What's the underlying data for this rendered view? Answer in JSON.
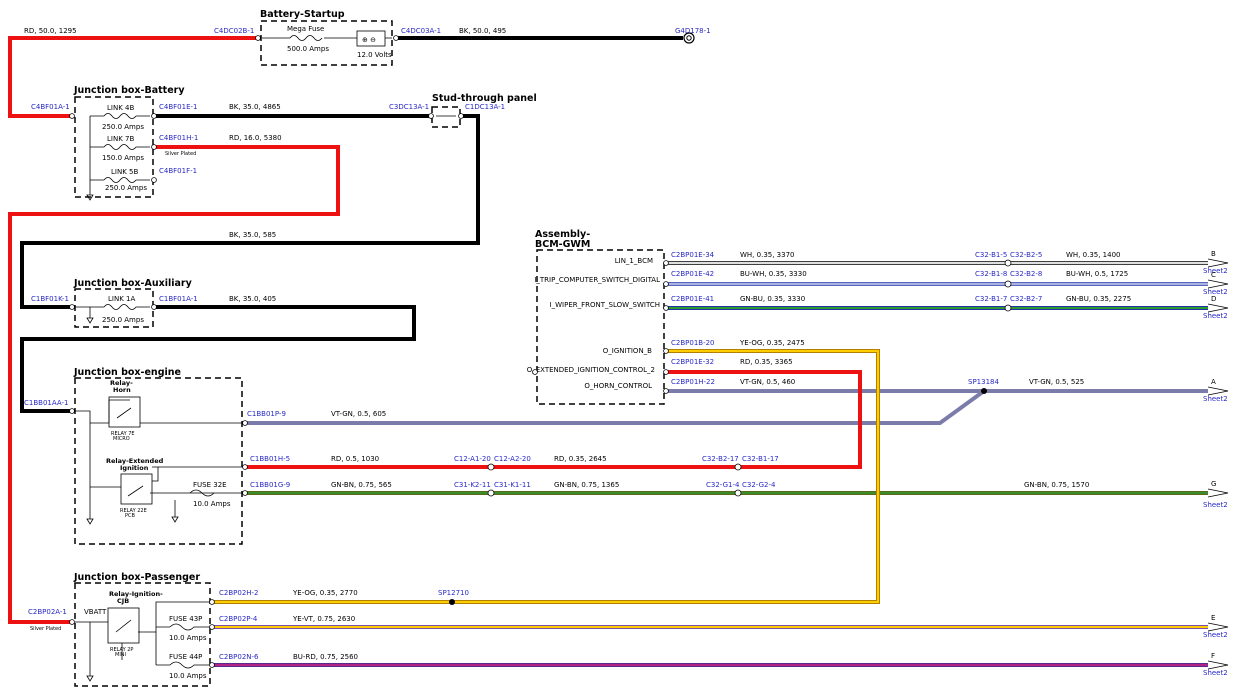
{
  "boxes": {
    "battery_startup": "Battery-Startup",
    "jb_battery": "Junction box-Battery",
    "stud_panel": "Stud-through panel",
    "jb_auxiliary": "Junction box-Auxiliary",
    "bcm_line1": "Assembly-",
    "bcm_line2": "BCM-GWM",
    "jb_engine": "Junction box-engine",
    "jb_passenger": "Junction box-Passenger"
  },
  "components": {
    "mega_fuse": "Mega Fuse",
    "mega_fuse_rating": "500.0 Amps",
    "battery_voltage": "12.0 Volts",
    "link_4b": "LINK 4B",
    "link_4b_rating": "250.0 Amps",
    "link_7b": "LINK 7B",
    "link_7b_rating": "150.0 Amps",
    "link_5b": "LINK 5B",
    "link_5b_rating": "250.0 Amps",
    "silver_plated": "Silver Plated",
    "link_1a": "LINK 1A",
    "link_1a_rating": "250.0 Amps",
    "relay_horn_1": "Relay-",
    "relay_horn_2": "Horn",
    "relay_7e": "RELAY 7E",
    "relay_7e_type": "MICRO",
    "relay_ext_1": "Relay-Extended",
    "relay_ext_2": "Ignition",
    "relay_22e": "RELAY 22E",
    "relay_22e_type": "PCB",
    "fuse_32e": "FUSE 32E",
    "fuse_32e_rating": "10.0 Amps",
    "relay_cjb_1": "Relay-Ignition-",
    "relay_cjb_2": "CJB",
    "relay_2p": "RELAY 2P",
    "relay_2p_type": "MINI",
    "vbatt": "VBATT",
    "fuse_43p": "FUSE 43P",
    "fuse_43p_rating": "10.0 Amps",
    "fuse_44p": "FUSE 44P",
    "fuse_44p_rating": "10.0 Amps",
    "silver_plated_2": "Silver Plated"
  },
  "connectors": {
    "c4dc02b": "C4DC02B-1",
    "c4dc03a": "C4DC03A-1",
    "g4d178": "G4D178-1",
    "c4bf01a": "C4BF01A-1",
    "c4bf01e": "C4BF01E-1",
    "c4bf01h": "C4BF01H-1",
    "c4bf01f": "C4BF01F-1",
    "c3dc13a": "C3DC13A-1",
    "c1dc13a": "C1DC13A-1",
    "c1bf01k": "C1BF01K-1",
    "c1bf01a": "C1BF01A-1",
    "c1bb01aa": "C1BB01AA-1",
    "c1bb01p": "C1BB01P-9",
    "c1bb01h": "C1BB01H-5",
    "c1bb01g": "C1BB01G-9",
    "c12_a1": "C12-A1-20",
    "c12_a2": "C12-A2-20",
    "c31_k2": "C31-K2-11",
    "c31_k1": "C31-K1-11",
    "c32_b2_17": "C32-B2-17",
    "c32_b1_17": "C32-B1-17",
    "c32_g1": "C32-G1-4",
    "c32_g2": "C32-G2-4",
    "c2bp01e_34": "C2BP01E-34",
    "c2bp01e_42": "C2BP01E-42",
    "c2bp01e_41": "C2BP01E-41",
    "c2bp01b_20": "C2BP01B-20",
    "c2bp01e_32": "C2BP01E-32",
    "c2bp01h_22": "C2BP01H-22",
    "c32_b1_5": "C32-B1-5",
    "c32_b2_5": "C32-B2-5",
    "c32_b1_8": "C32-B1-8",
    "c32_b2_8": "C32-B2-8",
    "c32_b1_7": "C32-B1-7",
    "c32_b2_7": "C32-B2-7",
    "sp13184": "SP13184",
    "c2bp02a": "C2BP02A-1",
    "c2bp02h": "C2BP02H-2",
    "sp12710": "SP12710",
    "c2bp02p": "C2BP02P-4",
    "c2bp02n": "C2BP02N-6"
  },
  "wires": {
    "rd_50_1295": "RD,  50.0,  1295",
    "bk_50_495": "BK,  50.0,  495",
    "bk_35_4865": "BK,  35.0,  4865",
    "rd_16_5380": "RD,  16.0,  5380",
    "bk_35_585": "BK,  35.0,  585",
    "bk_35_405": "BK,  35.0,  405",
    "vt_gn_605": "VT-GN,  0.5,  605",
    "rd_05_1030": "RD,  0.5,  1030",
    "rd_035_2645": "RD,  0.35,  2645",
    "gn_bn_565": "GN-BN,  0.75,  565",
    "gn_bn_1365": "GN-BN,  0.75,  1365",
    "gn_bn_1570": "GN-BN,  0.75,  1570",
    "wh_3370": "WH,  0.35,  3370",
    "wh_1400": "WH,  0.35,  1400",
    "bu_wh_3330": "BU-WH,  0.35,  3330",
    "bu_wh_1725": "BU-WH,  0.5,  1725",
    "gn_bu_3330": "GN-BU,  0.35,  3330",
    "gn_bu_2275": "GN-BU,  0.35,  2275",
    "ye_og_2475": "YE-OG,  0.35,  2475",
    "rd_3365": "RD,  0.35,  3365",
    "vt_gn_460": "VT-GN,  0.5,  460",
    "vt_gn_525": "VT-GN,  0.5,  525",
    "ye_og_2770": "YE-OG,  0.35,  2770",
    "ye_vt_2630": "YE-VT,  0.75,  2630",
    "bu_rd_2560": "BU-RD,  0.75,  2560"
  },
  "signals": {
    "lin_bcm": "LIN_1_BCM",
    "trip": "I_TRIP_COMPUTER_SWITCH_DIGITAL",
    "wiper": "I_WIPER_FRONT_SLOW_SWITCH",
    "ign_b": "O_IGNITION_B",
    "ext_ign": "O_EXTENDED_IGNITION_CONTROL_2",
    "horn": "O_HORN_CONTROL"
  },
  "offsheet": {
    "b": "B",
    "c": "C",
    "d": "D",
    "a": "A",
    "g": "G",
    "e": "E",
    "f": "F",
    "sheet": "Sheet2"
  },
  "colors": {
    "red": "#ee1111",
    "black": "#000000",
    "yellow": "#ffcc00",
    "orange": "#d99a00",
    "green": "#2e9a2e",
    "violet": "#7c4dac",
    "blue": "#2233aa",
    "connector_text": "#2828c8"
  }
}
